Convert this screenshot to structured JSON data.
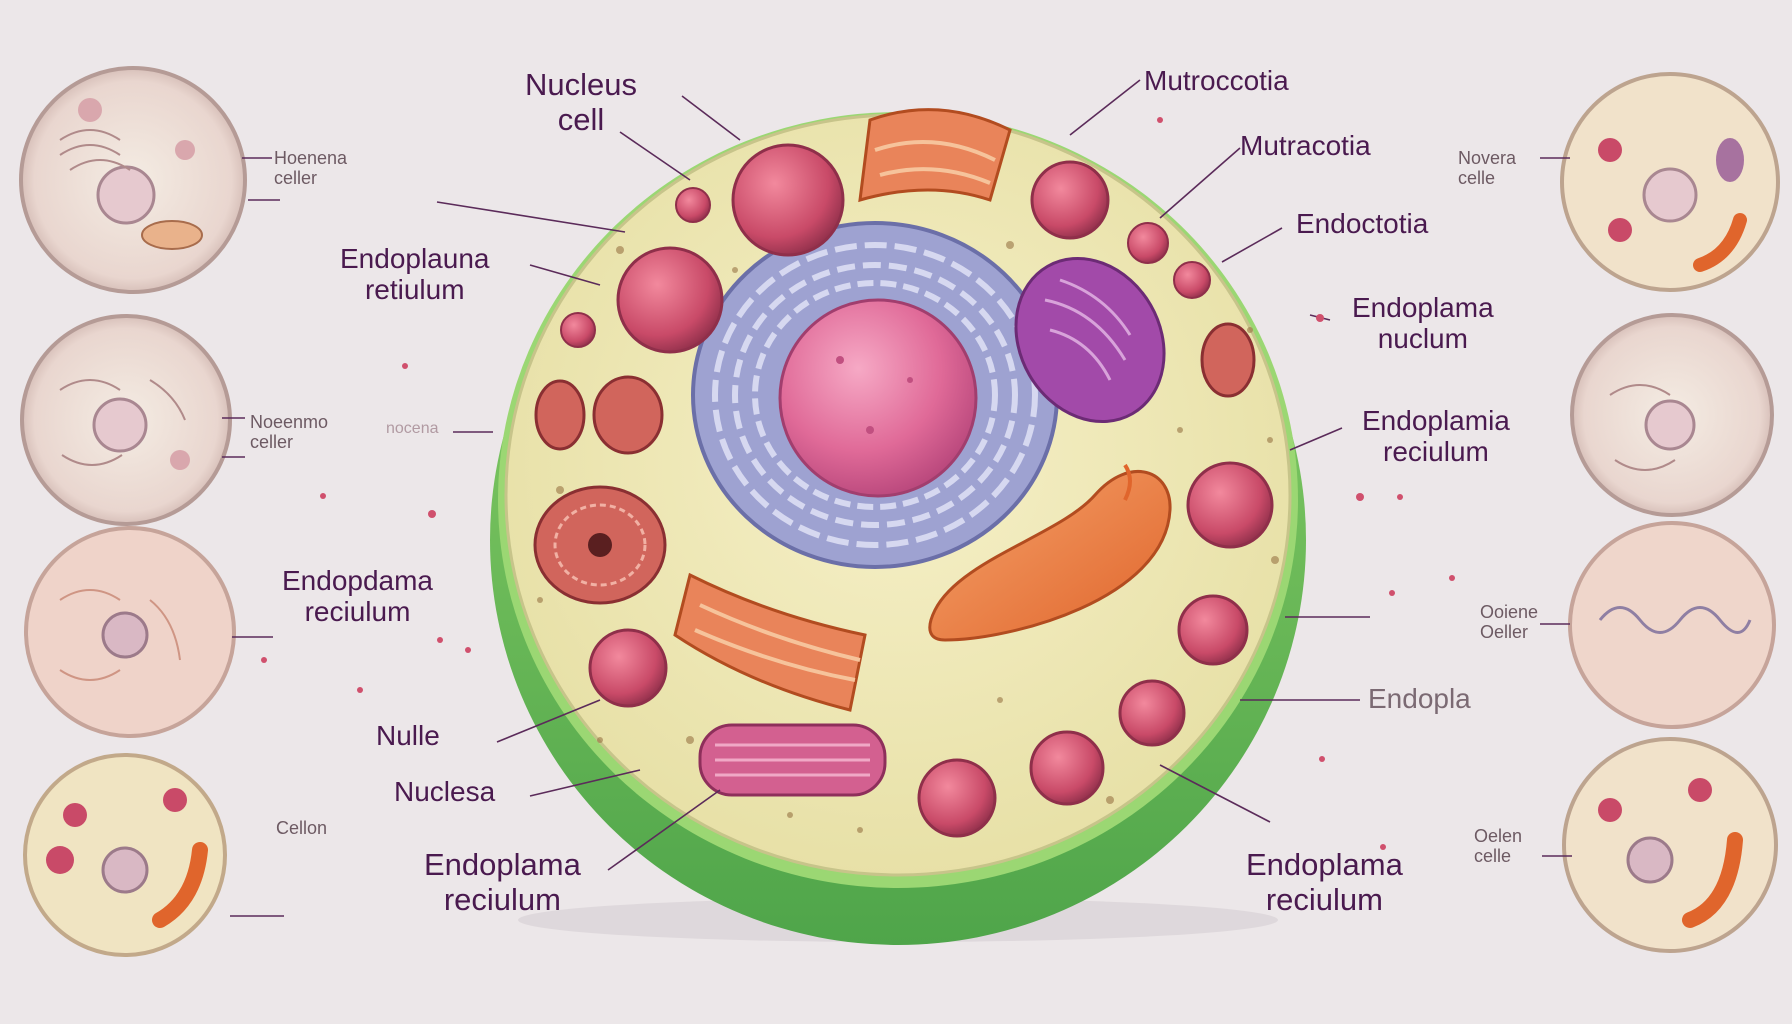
{
  "colors": {
    "background": "#ece7e9",
    "cell_membrane": "#7cc24f",
    "cytoplasm": "#efe7b7",
    "nucleus": "#e06a98",
    "endoplasmic_reticulum": "#8f93c9",
    "mitochondria_orange": "#e9763a",
    "vesicle": "#c94a68",
    "label_text": "#4a1a4f"
  },
  "labels": {
    "nucleus_cell": [
      "Nucleus",
      "cell"
    ],
    "mutrocotia": "Mutrocсotia",
    "mutracotia": "Mutracotia",
    "endoctotia": "Endoctotia",
    "endoplauna_reticulum": [
      "Endoplauna",
      "retiulum"
    ],
    "endoplama_nuclum": [
      "Endoplama",
      "nuclum"
    ],
    "endoplamia_reciulum": [
      "Endoplamia",
      "reciulum"
    ],
    "endopdama_reciulum": [
      "Endopdama",
      "reciulum"
    ],
    "endopla": "Endopla",
    "nulle": "Nulle",
    "nuclesa": "Nuclesa",
    "endoplama_bottom_left": [
      "Endoplama",
      "reciulum"
    ],
    "endoplama_bottom_right": [
      "Endoplama",
      "reciulum"
    ]
  },
  "side_labels": {
    "left_1": [
      "Hoenena",
      "celler"
    ],
    "left_2": [
      "Noeenmo",
      "celler"
    ],
    "left_2_faint": "nocena",
    "left_4": "Cellon",
    "right_1": [
      "Novera",
      "celle"
    ],
    "right_3": [
      "Ooiene",
      "Oeller"
    ],
    "right_4": [
      "Oelen",
      "celle"
    ]
  }
}
